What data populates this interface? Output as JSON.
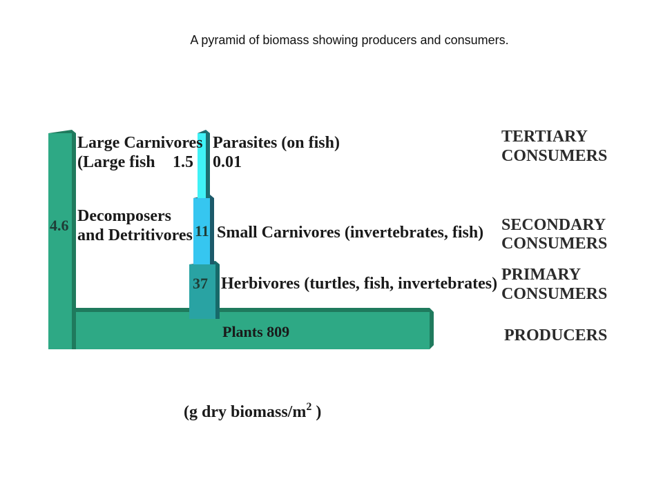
{
  "caption": "A pyramid of biomass showing producers and consumers.",
  "colors": {
    "producer_green": "#2ea985",
    "producer_shadow": "#1f7a5d",
    "herbivore_teal": "#29a3a3",
    "small_carnivore_blue": "#36c6f0",
    "parasite_cyan": "#40f2f6",
    "decomposer_green": "#2ea985"
  },
  "blocks": {
    "large_carnivores": {
      "line1": "Large Carnivores",
      "line2": "(Large fish",
      "value": "1.5"
    },
    "parasites": {
      "line1": "Parasites (on fish)",
      "value": "0.01"
    },
    "decomposers": {
      "line1": "Decomposers",
      "line2": "and Detritivores",
      "value": "4.6"
    },
    "small_carnivores": {
      "label": "Small Carnivores (invertebrates, fish)",
      "value": "11"
    },
    "herbivores": {
      "label": "Herbivores (turtles, fish, invertebrates)",
      "value": "37"
    },
    "plants": {
      "label": "Plants 809"
    }
  },
  "levels": {
    "tertiary": [
      "TERTIARY",
      "CONSUMERS"
    ],
    "secondary": [
      "SECONDARY",
      "CONSUMERS"
    ],
    "primary": [
      "PRIMARY",
      "CONSUMERS"
    ],
    "producers": "PRODUCERS"
  },
  "units": {
    "text": "(g dry biomass/m",
    "superscript": "2",
    "close": " )"
  }
}
